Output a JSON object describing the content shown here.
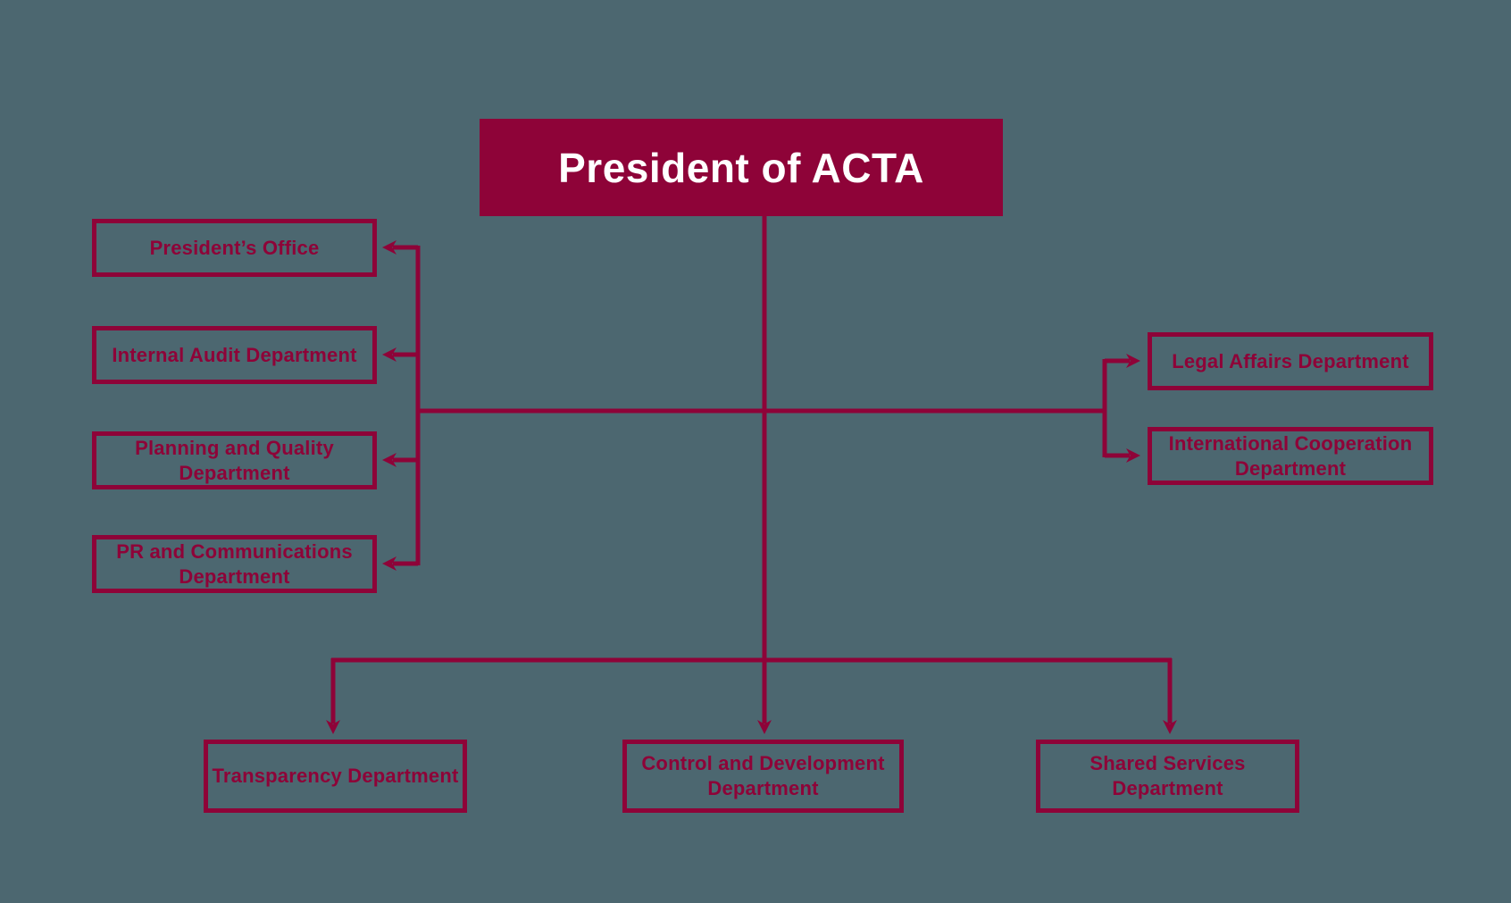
{
  "colors": {
    "background": "#4C6770",
    "brand_maroon": "#8E0338",
    "title_text": "#FFFFFF"
  },
  "org": {
    "root": {
      "label": "President of ACTA"
    },
    "left_departments": [
      {
        "label": "President’s Office"
      },
      {
        "label": "Internal Audit Department"
      },
      {
        "label": "Planning and Quality\nDepartment"
      },
      {
        "label": "PR and Communications\nDepartment"
      }
    ],
    "right_departments": [
      {
        "label": "Legal Affairs Department"
      },
      {
        "label": "International Cooperation\nDepartment"
      }
    ],
    "bottom_departments": [
      {
        "label": "Transparency Department"
      },
      {
        "label": "Control and Development\nDepartment"
      },
      {
        "label": "Shared Services\nDepartment"
      }
    ]
  }
}
